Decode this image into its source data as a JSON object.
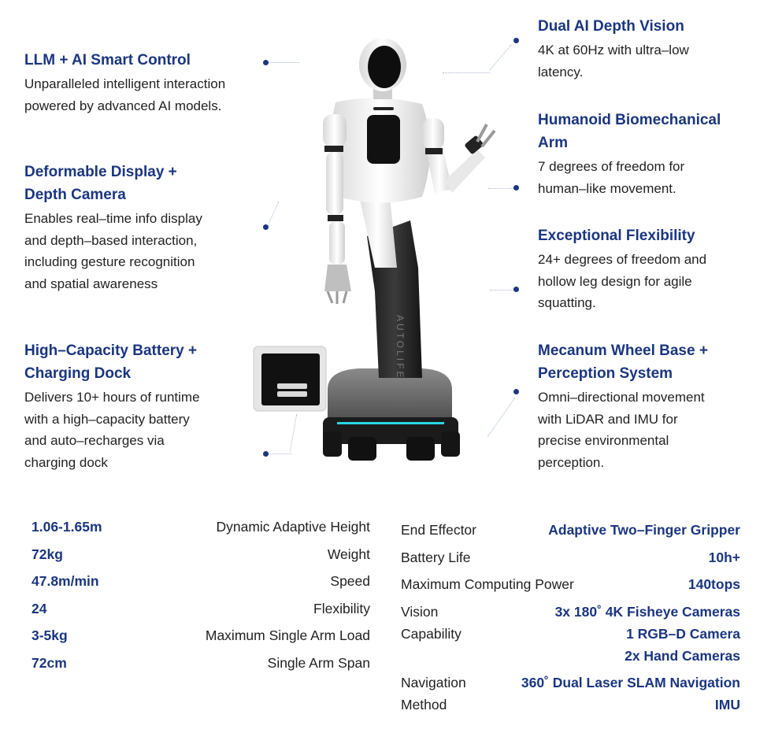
{
  "features": {
    "llm": {
      "title": "LLM + AI Smart Control",
      "desc": "Unparalleled intelligent interaction\npowered by advanced AI models."
    },
    "display": {
      "title": "Deformable Display +\nDepth Camera",
      "desc": "Enables real–time info display\nand depth–based interaction,\nincluding gesture recognition\nand spatial awareness"
    },
    "battery": {
      "title": "High–Capacity Battery +\nCharging Dock",
      "desc": "Delivers 10+ hours of runtime\nwith a high–capacity battery\nand auto–recharges via\ncharging dock"
    },
    "vision": {
      "title": "Dual AI Depth Vision",
      "desc": "4K at 60Hz with ultra–low\nlatency."
    },
    "arm": {
      "title": "Humanoid Biomechanical\nArm",
      "desc": "7 degrees of freedom for\nhuman–like movement."
    },
    "flex": {
      "title": "Exceptional Flexibility",
      "desc": "24+ degrees of freedom and\nhollow leg design for agile\nsquatting."
    },
    "base": {
      "title": "Mecanum Wheel Base +\nPerception System",
      "desc": "Omni–directional movement\nwith LiDAR and IMU for\nprecise environmental\nperception."
    }
  },
  "robot": {
    "brand_text": "AUTOLIFE"
  },
  "specs_left": [
    {
      "value": "1.06-1.65m",
      "name": "Dynamic Adaptive Height"
    },
    {
      "value": "72kg",
      "name": "Weight"
    },
    {
      "value": "47.8m/min",
      "name": "Speed"
    },
    {
      "value": "24",
      "name": "Flexibility"
    },
    {
      "value": "3-5kg",
      "name": "Maximum Single Arm Load"
    },
    {
      "value": "72cm",
      "name": "Single Arm Span"
    }
  ],
  "specs_right": [
    {
      "name": "End Effector",
      "value": "Adaptive Two–Finger Gripper"
    },
    {
      "name": "Battery Life",
      "value": "10h+"
    },
    {
      "name": "Maximum Computing Power",
      "value": "140tops"
    },
    {
      "name": "Vision\nCapability",
      "value": "3x 180˚ 4K Fisheye Cameras\n1 RGB–D Camera \n2x Hand Cameras"
    },
    {
      "name": "Navigation\nMethod",
      "value": "360˚ Dual Laser SLAM Navigation\nIMU"
    }
  ],
  "colors": {
    "title": "#1a3680",
    "text": "#222222",
    "accent_cyan": "#29d5e6"
  }
}
